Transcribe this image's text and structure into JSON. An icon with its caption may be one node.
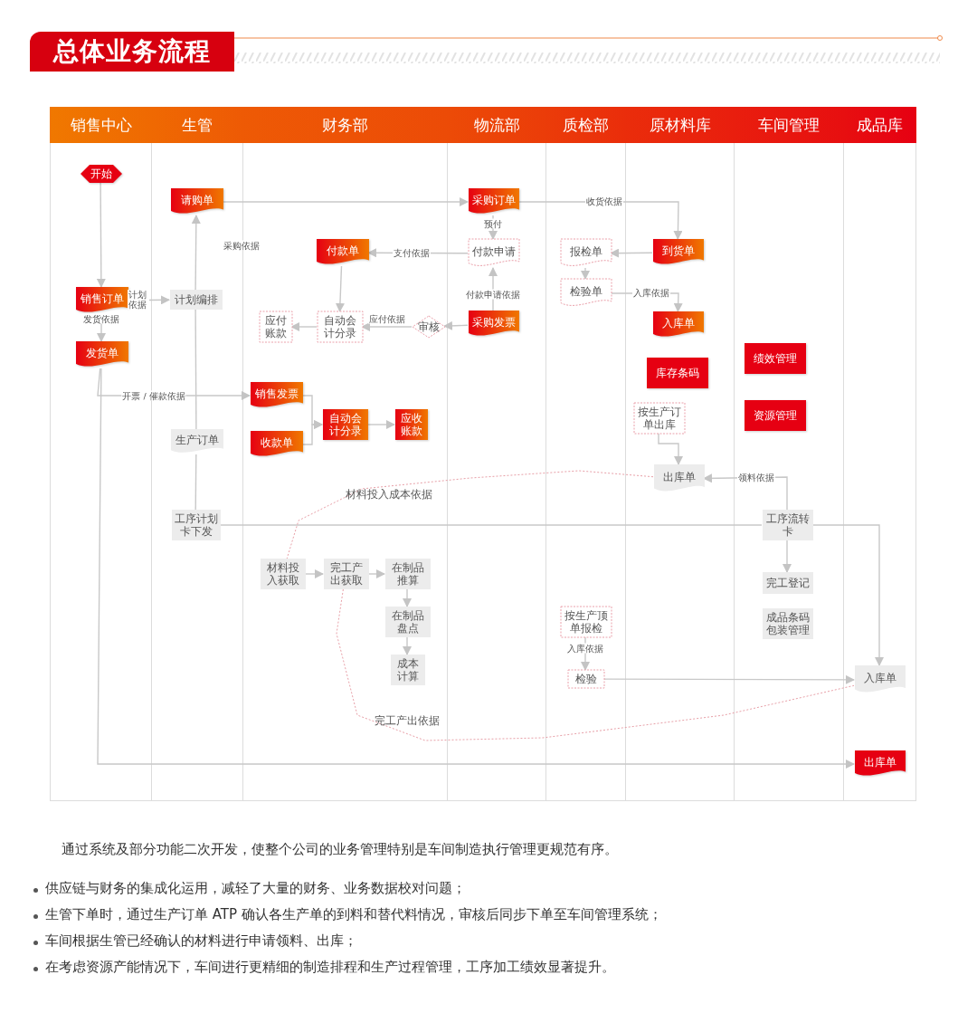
{
  "diagram": {
    "title": "总体业务流程",
    "nodes": [
      {
        "text": [
          "销售中心"
        ]
      },
      {
        "text": [
          "生管"
        ]
      },
      {
        "text": [
          "财务部"
        ]
      },
      {
        "text": [
          "物流部"
        ]
      },
      {
        "text": [
          "质检部"
        ]
      },
      {
        "text": [
          "原材料库"
        ]
      },
      {
        "text": [
          "车间管理"
        ]
      },
      {
        "text": [
          "成品库"
        ]
      },
      {
        "text": [
          "开始"
        ],
        "in": 0
      },
      {
        "text": [
          "销售订单"
        ],
        "in": 0
      },
      {
        "text": [
          "发货单"
        ],
        "in": 0
      },
      {
        "text": [
          "请购单"
        ],
        "in": 1
      },
      {
        "text": [
          "计划编排"
        ],
        "in": 1
      },
      {
        "text": [
          "生产订单"
        ],
        "in": 1
      },
      {
        "text": [
          "工序计划卡下发"
        ],
        "in": 1
      },
      {
        "text": [
          "付款单"
        ],
        "in": 2
      },
      {
        "text": [
          "应付账款"
        ],
        "in": 2
      },
      {
        "text": [
          "自动会计分录"
        ],
        "in": 2
      },
      {
        "text": [
          "审核"
        ],
        "in": 2
      },
      {
        "text": [
          "销售发票"
        ],
        "in": 2
      },
      {
        "text": [
          "收款单"
        ],
        "in": 2
      },
      {
        "text": [
          "自动会计分录"
        ],
        "in": 2
      },
      {
        "text": [
          "应收账款"
        ],
        "in": 2
      },
      {
        "text": [
          "材料投入获取"
        ],
        "in": 2
      },
      {
        "text": [
          "完工产出获取"
        ],
        "in": 2
      },
      {
        "text": [
          "在制品推算"
        ],
        "in": 2
      },
      {
        "text": [
          "在制品盘点"
        ],
        "in": 2
      },
      {
        "text": [
          "成本计算"
        ],
        "in": 2
      },
      {
        "text": [
          "采购订单"
        ],
        "in": 3
      },
      {
        "text": [
          "付款申请"
        ],
        "in": 3
      },
      {
        "text": [
          "采购发票"
        ],
        "in": 3
      },
      {
        "text": [
          "报检单"
        ],
        "in": 4
      },
      {
        "text": [
          "检验单"
        ],
        "in": 4
      },
      {
        "text": [
          "按生产顶单报检"
        ],
        "in": 4
      },
      {
        "text": [
          "检验"
        ],
        "in": 4
      },
      {
        "text": [
          "到货单"
        ],
        "in": 5
      },
      {
        "text": [
          "入库单"
        ],
        "in": 5
      },
      {
        "text": [
          "库存条码"
        ],
        "in": 5
      },
      {
        "text": [
          "按生产订单出库"
        ],
        "in": 5
      },
      {
        "text": [
          "出库单"
        ],
        "in": 5
      },
      {
        "text": [
          "绩效管理"
        ],
        "in": 6
      },
      {
        "text": [
          "资源管理"
        ],
        "in": 6
      },
      {
        "text": [
          "工序流转卡"
        ],
        "in": 6
      },
      {
        "text": [
          "完工登记"
        ],
        "in": 6
      },
      {
        "text": [
          "成品条码包装管理"
        ],
        "in": 6
      },
      {
        "text": [
          "入库单"
        ],
        "in": 7
      },
      {
        "text": [
          "出库单"
        ],
        "in": 7
      }
    ],
    "edges": [
      {
        "from": 8,
        "to": 9,
        "arrow": "to"
      },
      {
        "from": 9,
        "to": 12,
        "arrow": "to",
        "label": "计划依据"
      },
      {
        "from": 9,
        "to": 10,
        "arrow": "to",
        "label": "发货依据"
      },
      {
        "from": 12,
        "to": 11,
        "arrow": "to",
        "label": "采购依据"
      },
      {
        "from": 12,
        "to": 13,
        "arrow": "none"
      },
      {
        "from": 13,
        "to": 14,
        "arrow": "none"
      },
      {
        "from": 11,
        "to": 28,
        "arrow": "to"
      },
      {
        "from": 28,
        "to": 29,
        "arrow": "to",
        "label": "预付"
      },
      {
        "from": 28,
        "to": 35,
        "arrow": "to",
        "label": "收货依据"
      },
      {
        "from": 29,
        "to": 15,
        "arrow": "to",
        "label": "支付依据"
      },
      {
        "from": 30,
        "to": 29,
        "arrow": "to",
        "label": "付款申请依据"
      },
      {
        "from": 30,
        "to": 18,
        "arrow": "to"
      },
      {
        "from": 18,
        "to": 17,
        "arrow": "to",
        "label": "应付依据"
      },
      {
        "from": 15,
        "to": 17,
        "arrow": "to"
      },
      {
        "from": 17,
        "to": 16,
        "arrow": "to"
      },
      {
        "from": 10,
        "to": 19,
        "arrow": "to",
        "label": "开票 / 催款依据"
      },
      {
        "from": 10,
        "to": 46,
        "arrow": "to"
      },
      {
        "from": 19,
        "to": 21,
        "arrow": "to"
      },
      {
        "from": 20,
        "to": 21,
        "arrow": "to"
      },
      {
        "from": 21,
        "to": 22,
        "arrow": "to"
      },
      {
        "from": 35,
        "to": 31,
        "arrow": "to"
      },
      {
        "from": 31,
        "to": 32,
        "arrow": "to"
      },
      {
        "from": 32,
        "to": 36,
        "arrow": "to",
        "label": "入库依据"
      },
      {
        "from": 38,
        "to": 39,
        "arrow": "to"
      },
      {
        "from": 42,
        "to": 39,
        "arrow": "to",
        "label": "领料依据"
      },
      {
        "from": 14,
        "to": 42,
        "arrow": "none"
      },
      {
        "from": 42,
        "to": 45,
        "arrow": "to"
      },
      {
        "from": 42,
        "to": 43,
        "arrow": "to"
      },
      {
        "from": 39,
        "to": 23,
        "arrow": "none",
        "label": "材料投入成本依据",
        "style": "dashed",
        "color": "#e8a0a8"
      },
      {
        "from": 23,
        "to": 24,
        "arrow": "to"
      },
      {
        "from": 24,
        "to": 25,
        "arrow": "to"
      },
      {
        "from": 25,
        "to": 26,
        "arrow": "to"
      },
      {
        "from": 26,
        "to": 27,
        "arrow": "to"
      },
      {
        "from": 24,
        "to": 45,
        "arrow": "none",
        "label": "完工产出依据",
        "style": "dashed",
        "color": "#e8a0a8"
      },
      {
        "from": 33,
        "to": 34,
        "arrow": "to",
        "label": "入库依据"
      },
      {
        "from": 34,
        "to": 45,
        "arrow": "to"
      }
    ],
    "labels": [
      "通过系统及部分功能二次开发，使整个公司的业务管理特别是车间制造执行管理更规范有序。",
      "供应链与财务的集成化运用，减轻了大量的财务、业务数据校对问题；",
      "生管下单时，通过生产订单 ATP 确认各生产单的到料和替代料情况，审核后同步下单至车间管理系统；",
      "车间根据生管已经确认的材料进行申请领料、出库；",
      "在考虑资源产能情况下，车间进行更精细的制造排程和生产过程管理，工序加工绩效显著提升。"
    ]
  }
}
